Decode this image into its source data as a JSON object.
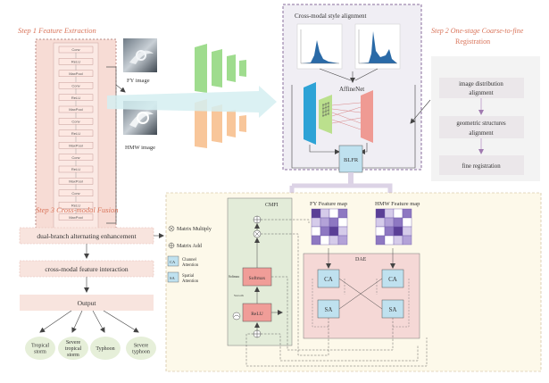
{
  "step1": {
    "title": "Step 1 Feature Extraction",
    "cnn_layers": [
      "Conv",
      "ReLU",
      "MaxPool",
      "Conv",
      "ReLU",
      "MaxPool",
      "Conv",
      "ReLU",
      "MaxPool",
      "Conv",
      "ReLU",
      "MaxPool",
      "Conv",
      "ReLU",
      "MaxPool"
    ],
    "fy_label": "FY image",
    "hmw_label": "HMW image"
  },
  "center": {
    "alignment_title": "Cross-modal style alignment",
    "affinenet": "AffineNet",
    "blfr": "BLFR"
  },
  "step2": {
    "title_line1": "Step 2 One-stage Coarse-to-fine",
    "title_line2": "Registration",
    "stage1": "image distribution alignment",
    "stage2": "geometric structures alignment",
    "stage3": "fine registration"
  },
  "step3": {
    "title": "Step 3 Cross-modal Fusion",
    "box1": "dual-branch alternating enhancement",
    "box2": "cross-modal feature interaction",
    "output": "Output",
    "classes": [
      {
        "line1": "Tropical",
        "line2": "storm",
        "line3": ""
      },
      {
        "line1": "Severe",
        "line2": "tropical",
        "line3": "storm"
      },
      {
        "line1": "Typhoon",
        "line2": "",
        "line3": ""
      },
      {
        "line1": "Severe",
        "line2": "typhoon",
        "line3": ""
      }
    ]
  },
  "legend": {
    "multiply": "Matrix Multiply",
    "add": "Matrix Add",
    "ca_abbr": "CA",
    "ca_text": "Channel Attention",
    "sa_abbr": "SA",
    "sa_text": "Spatial Attention"
  },
  "cmfi": {
    "title": "CMFI",
    "softmax": "Softmax",
    "relu": "ReLU",
    "softmax_small": "Softmax"
  },
  "dae": {
    "title": "DAE",
    "fy_map": "FY Feature map",
    "hmw_map": "HMW Feature map",
    "ca": "CA",
    "sa": "SA"
  },
  "colors": {
    "step_title": "#d9745a",
    "cnn_bg": "#f7dcd5",
    "fusion_bg": "#fdf9ea",
    "dae_bg": "#f5d8d6",
    "attn_box": "#bfe1ef",
    "op_box": "#f09d98",
    "leaf_green": "#e6efd9",
    "grid_purple": "#6d58a8"
  }
}
